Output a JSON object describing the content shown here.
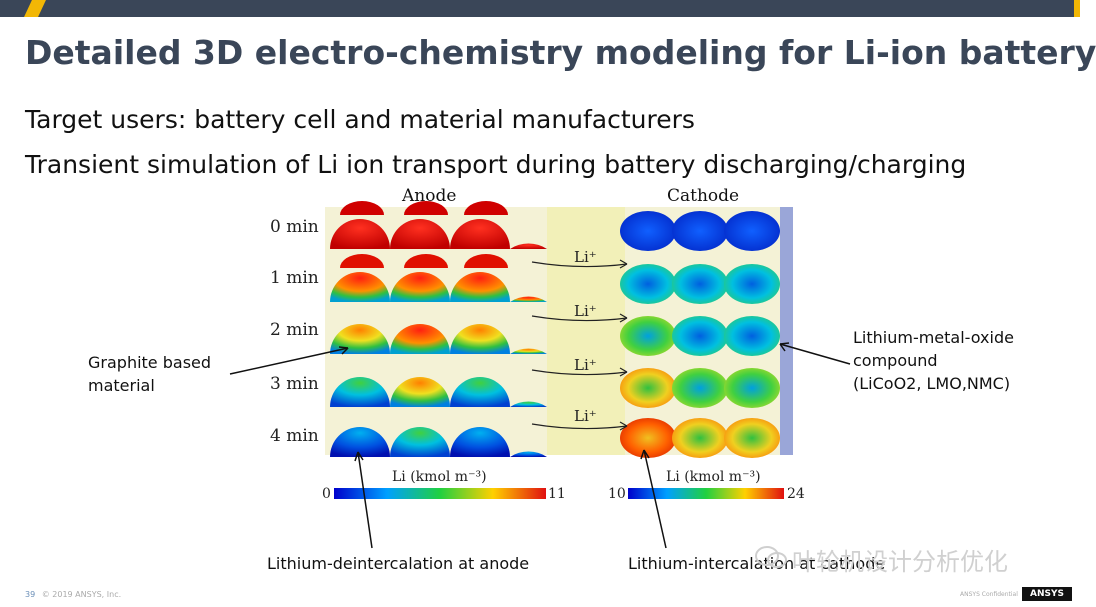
{
  "title": "Detailed 3D electro-chemistry modeling for Li-ion battery",
  "bullets": [
    "Target users: battery cell and material manufacturers",
    "Transient simulation of Li ion transport during battery discharging/charging"
  ],
  "figure": {
    "anode_heading": "Anode",
    "cathode_heading": "Cathode",
    "time_labels": [
      "0 min",
      "1 min",
      "2 min",
      "3 min",
      "4 min"
    ],
    "li_label": "Li⁺",
    "anode_scale": {
      "label": "Li (kmol m⁻³)",
      "min": "0",
      "max": "11"
    },
    "cathode_scale": {
      "label": "Li (kmol m⁻³)",
      "min": "10",
      "max": "24"
    }
  },
  "annotations": {
    "graphite_line1": "Graphite based",
    "graphite_line2": "material",
    "lmo_line1": "Lithium-metal-oxide",
    "lmo_line2": "compound",
    "lmo_line3": "(LiCoO2, LMO,NMC)",
    "deintercalation": "Lithium-deintercalation at anode",
    "intercalation": "Lithium-intercalation at cathode"
  },
  "footer": {
    "page": "39",
    "copyright": "© 2019 ANSYS, Inc.",
    "confidential": "ANSYS Confidential",
    "logo": "ANSYS"
  },
  "watermark": "叶轮机设计分析优化",
  "colors": {
    "title": "#3a4658",
    "topbar": "#3a4658",
    "accent": "#f2b705",
    "electrolyte": "#f2f0b8"
  }
}
